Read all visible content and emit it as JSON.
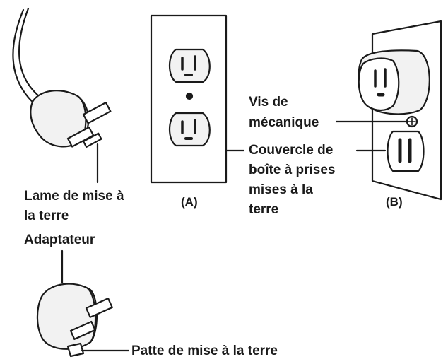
{
  "labels": {
    "ground_blade": [
      "Lame de mise à",
      "la terre"
    ],
    "adapter": "Adaptateur",
    "ground_tab": "Patte de mise à la terre",
    "mech_screw": [
      "Vis de",
      "mécanique"
    ],
    "box_cover": [
      "Couvercle de",
      "boîte à prises",
      "mises à la",
      "terre"
    ],
    "fig_a": "(A)",
    "fig_b": "(B)"
  },
  "colors": {
    "stroke": "#1a1a1a",
    "fill_light": "#f2f2f2",
    "background": "#ffffff"
  }
}
